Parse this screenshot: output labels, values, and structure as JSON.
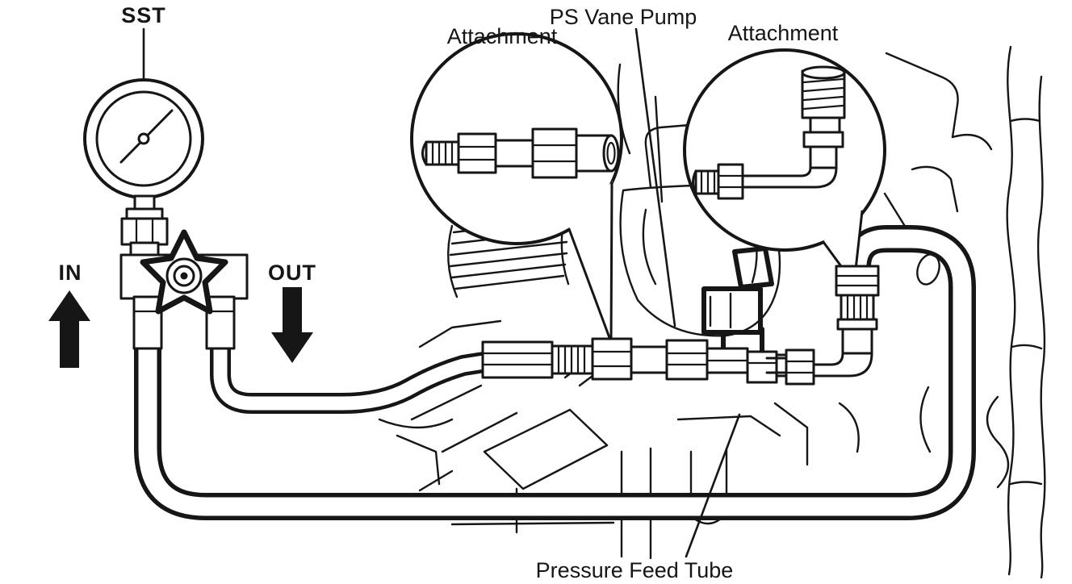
{
  "colors": {
    "ink": "#161616",
    "paper": "#ffffff"
  },
  "labels": {
    "sst": "SST",
    "in": "IN",
    "out": "OUT",
    "attachment_left": "Attachment",
    "attachment_right": "Attachment",
    "ps_vane_pump": "PS Vane Pump",
    "pressure_feed_tube": "Pressure Feed Tube"
  }
}
